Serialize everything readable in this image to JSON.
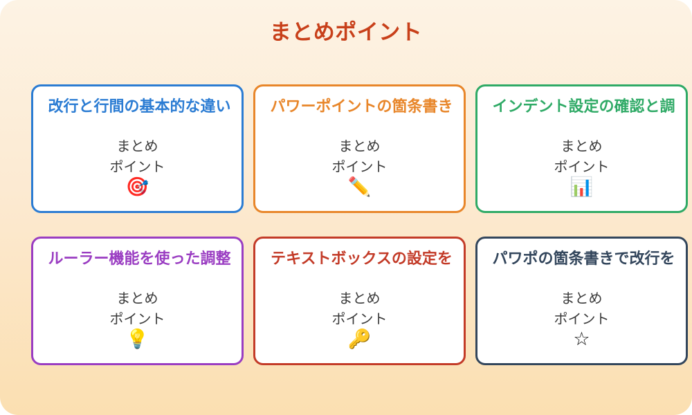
{
  "page": {
    "title": "まとめポイント",
    "title_color": "#c8401a",
    "background_top_color": "#fdf3e4",
    "background_bottom_color": "#fbdfb1"
  },
  "cards": [
    {
      "title": "改行と行間の基本的な違い",
      "body": "まとめ\nポイント",
      "icon": "🎯",
      "icon_name": "target-dart-icon",
      "accent_color": "#2b7cd3",
      "accent": "blue"
    },
    {
      "title": "パワーポイントの箇条書き",
      "body": "まとめ\nポイント",
      "icon": "✏️",
      "icon_name": "pencil-icon",
      "accent_color": "#e8862a",
      "accent": "orange"
    },
    {
      "title": "インデント設定の確認と調",
      "body": "まとめ\nポイント",
      "icon": "📊",
      "icon_name": "bar-chart-icon",
      "accent_color": "#2faa66",
      "accent": "green"
    },
    {
      "title": "ルーラー機能を使った調整",
      "body": "まとめ\nポイント",
      "icon": "💡",
      "icon_name": "light-bulb-icon",
      "accent_color": "#9a3dc2",
      "accent": "purple"
    },
    {
      "title": "テキストボックスの設定を",
      "body": "まとめ\nポイント",
      "icon": "🔑",
      "icon_name": "key-icon",
      "accent_color": "#c33b28",
      "accent": "red"
    },
    {
      "title": "パワポの箇条書きで改行を",
      "body": "まとめ\nポイント",
      "icon": "☆",
      "icon_name": "star-icon",
      "accent_color": "#33465c",
      "accent": "navy"
    }
  ]
}
